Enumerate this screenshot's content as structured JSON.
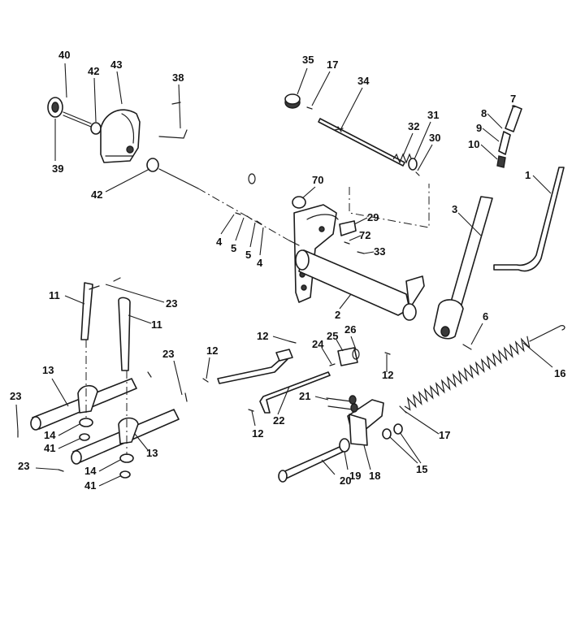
{
  "callouts": [
    "1",
    "2",
    "3",
    "4",
    "5",
    "6",
    "7",
    "8",
    "9",
    "10",
    "11",
    "12",
    "13",
    "14",
    "15",
    "16",
    "17",
    "18",
    "19",
    "20",
    "21",
    "22",
    "23",
    "24",
    "25",
    "26",
    "29",
    "30",
    "31",
    "32",
    "33",
    "34",
    "35",
    "38",
    "39",
    "40",
    "41",
    "42",
    "43",
    "70",
    "72"
  ],
  "colors": {
    "ink": "#1c1c1c",
    "paper": "#ffffff"
  }
}
